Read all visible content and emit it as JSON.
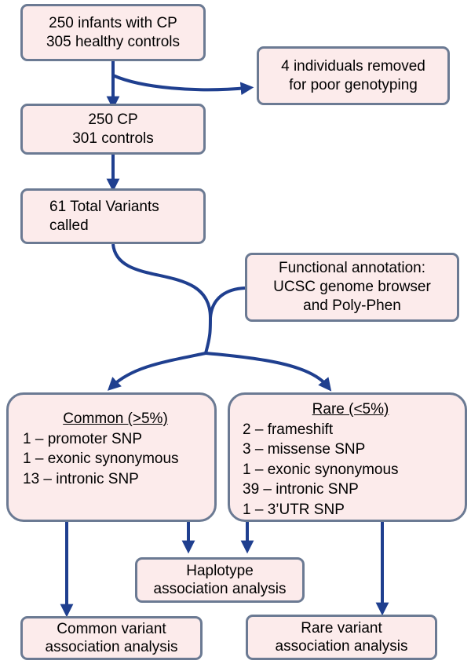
{
  "boxes": {
    "start": [
      "250 infants with CP",
      "305 healthy controls"
    ],
    "removed": [
      "4 individuals removed",
      "for poor genotyping"
    ],
    "filtered": [
      "250 CP",
      "301 controls"
    ],
    "variants": [
      "61 Total Variants",
      "called"
    ],
    "annotation": [
      "Functional annotation:",
      "UCSC genome browser",
      "and Poly-Phen"
    ],
    "common": {
      "header": "Common (>5%)",
      "items": [
        "1 – promoter SNP",
        "1 – exonic synonymous",
        "13 – intronic SNP"
      ]
    },
    "rare": {
      "header": "Rare  (<5%)",
      "items": [
        "2 – frameshift",
        "3 – missense SNP",
        "1 – exonic  synonymous",
        "39 – intronic SNP",
        "1 – 3’UTR SNP"
      ]
    },
    "haplotype": [
      "Haplotype",
      "association analysis"
    ],
    "common_assoc": [
      "Common variant",
      "association analysis"
    ],
    "rare_assoc": [
      "Rare variant",
      "association analysis"
    ]
  },
  "colors": {
    "box_fill": "#fcebeb",
    "box_border": "#6b7a93",
    "arrow": "#1f3f8f"
  }
}
